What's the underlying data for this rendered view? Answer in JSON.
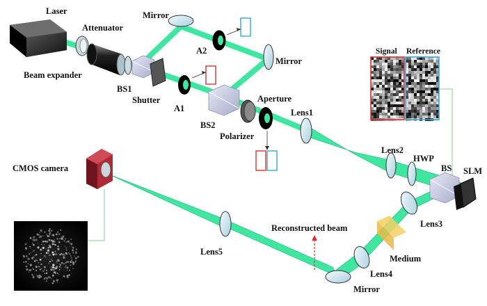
{
  "labels": {
    "laser": "Laser",
    "attenuator": "Attenuator",
    "beam_expander": "Beam expander",
    "mirror_top": "Mirror",
    "a2": "A2",
    "mirror_right": "Mirror",
    "bs1": "BS1",
    "shutter": "Shutter",
    "a1": "A1",
    "bs2": "BS2",
    "polarizer": "Polarizer",
    "aperture": "Aperture",
    "lens1": "Lens1",
    "signal": "Signal",
    "reference": "Reference",
    "lens2": "Lens2",
    "hwp": "HWP",
    "bs": "BS",
    "slm": "SLM",
    "cmos_camera": "CMOS camera",
    "lens3": "Lens3",
    "reconstructed_beam": "Reconstructed beam",
    "lens5": "Lens5",
    "medium": "Medium",
    "lens4": "Lens4",
    "mirror_bottom": "Mirror"
  },
  "colors": {
    "beam": "#3ee6a0",
    "beam_edge": "#1fb77a",
    "signal_frame": "#d9322e",
    "reference_frame": "#35a7d6",
    "medium": "#f5cf63",
    "camera_body": "#8f1f2a",
    "guide_line": "#7fcf86"
  }
}
